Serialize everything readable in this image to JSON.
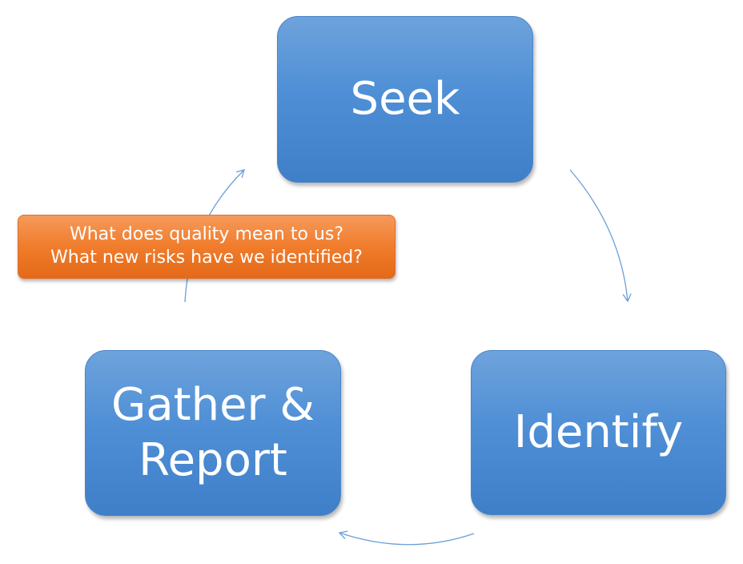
{
  "nodes": {
    "seek": {
      "label": "Seek"
    },
    "identify": {
      "label": "Identify"
    },
    "gather": {
      "line1": "Gather &",
      "line2": "Report"
    }
  },
  "callout": {
    "line1": "What does quality mean to us?",
    "line2": "What new risks have we identified?"
  },
  "colors": {
    "node_fill": "#4f8fd6",
    "callout_fill": "#f07c2c",
    "arrow": "#6a9fd8",
    "text": "#ffffff"
  }
}
